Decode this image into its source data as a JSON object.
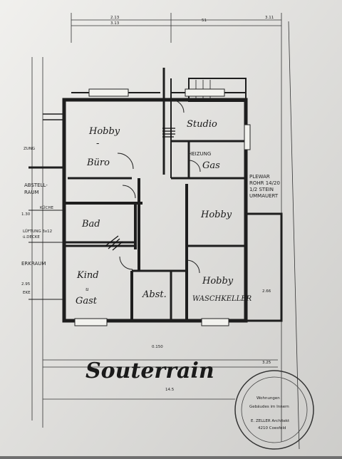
{
  "rooms": {
    "hobby_buero_1": "Hobby",
    "hobby_buero_2": "Büro",
    "studio": "Studio",
    "heizung": "HEIZUNG",
    "gas": "Gas",
    "hobby_right": "Hobby",
    "bad": "Bad",
    "kind": "Kind",
    "kind_u": "u",
    "gast": "Gast",
    "abst": "Abst.",
    "hobby_wasch": "Hobby",
    "waschkeller": "WASCHKELLER"
  },
  "left_labels": {
    "abstellraum_1": "ABSTELL-",
    "abstellraum_2": "RAUM",
    "kueche": "KÜCHE",
    "lueftung_1": "LÜFTUNG 3x12",
    "lueftung_2": "ü.DECKE",
    "kellerraum": "ERKRAUM",
    "ecke": "EKE",
    "zung": "ZUNG"
  },
  "right_labels": {
    "plewar_1": "PLEWAR",
    "plewar_2": "ROHR 14/20",
    "plewar_3": "1/2 STEIN",
    "plewar_4": "UMMAUERT"
  },
  "dimensions": {
    "top_1": "2.13",
    "top_2": "3.13",
    "top_3": "3.11",
    "top_4": "51",
    "bottom_1": "0.150",
    "bottom_2": "3.25",
    "bottom_3": "14.5",
    "right_1": "2.66",
    "left_1": "2.95",
    "left_2": "1.30"
  },
  "title": "Souterrain",
  "stamp": {
    "line_1": "Wohnungen",
    "line_2": "Gebäudes im Innern",
    "line_3": "E. ZELLER Architekt",
    "line_4": "4210 Coesfeld"
  }
}
